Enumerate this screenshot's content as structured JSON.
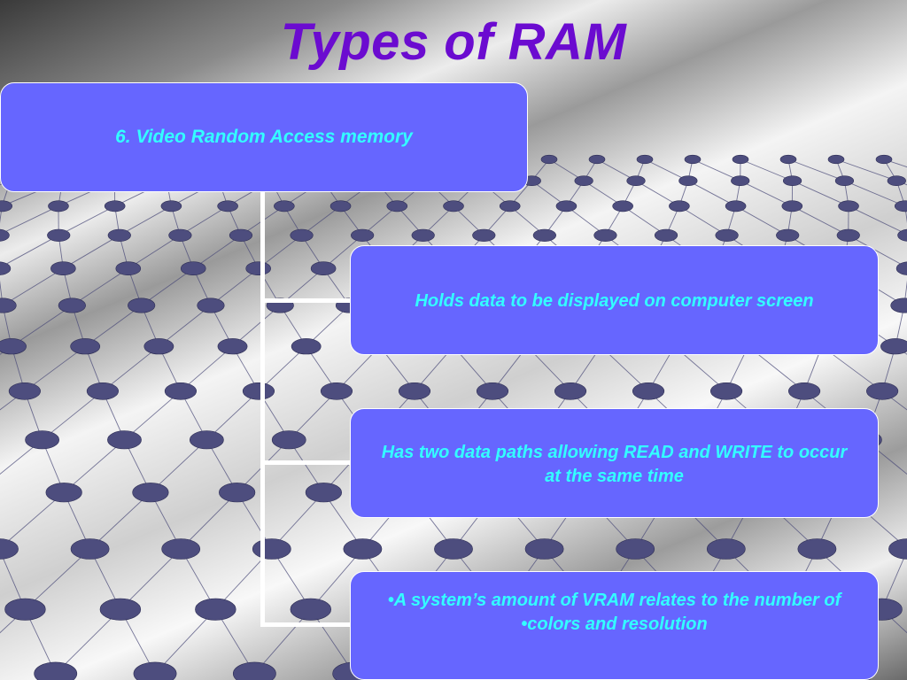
{
  "slide": {
    "title": "Types of RAM"
  },
  "diagram": {
    "root": {
      "label": "6. Video Random Access memory"
    },
    "children": [
      {
        "lines": [
          "Holds data to be displayed on computer screen"
        ]
      },
      {
        "lines": [
          "Has two data paths allowing READ and WRITE to occur",
          "at the same time"
        ]
      },
      {
        "lines": [
          "•A system’s amount of VRAM relates to the number of",
          "•colors and resolution"
        ]
      }
    ]
  },
  "colors": {
    "title": "#6b0bd0",
    "box_fill": "#6666ff",
    "box_text": "#33ffff",
    "connector": "#ffffff"
  }
}
